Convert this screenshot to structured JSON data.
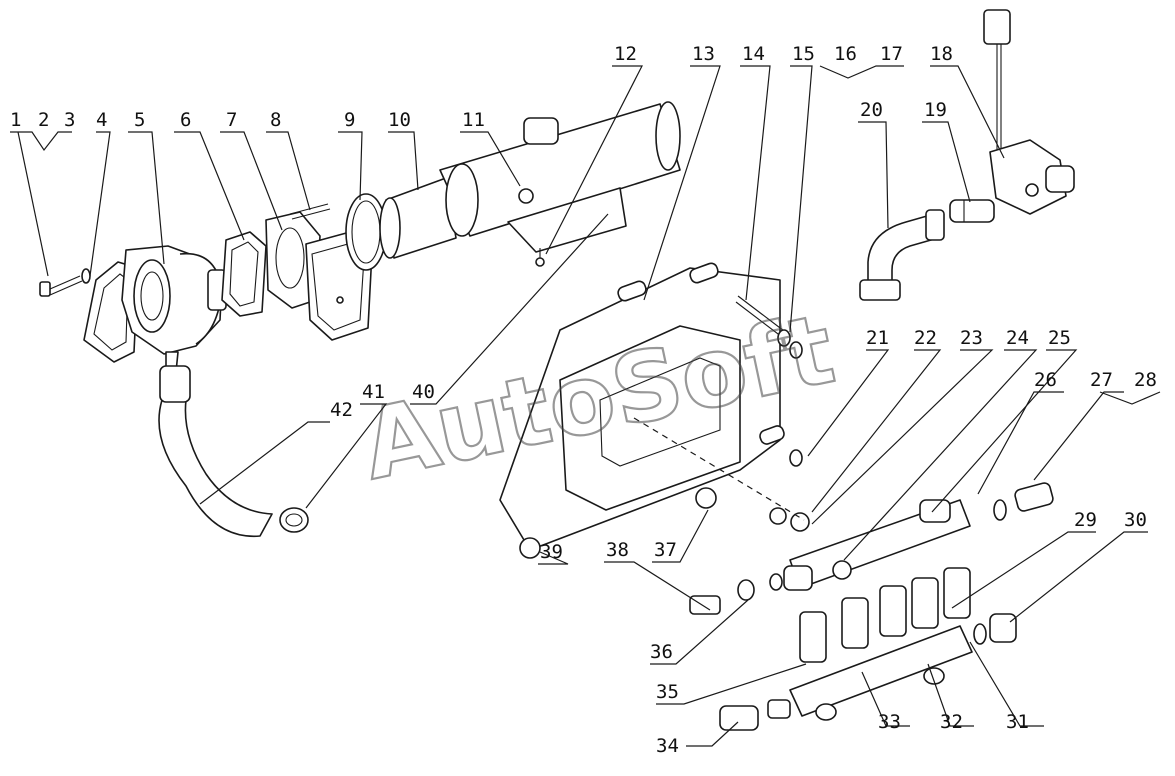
{
  "watermark": "AutoSoft",
  "callouts": [
    "1",
    "2",
    "3",
    "4",
    "5",
    "6",
    "7",
    "8",
    "9",
    "10",
    "11",
    "12",
    "13",
    "14",
    "15",
    "16",
    "17",
    "18",
    "19",
    "20",
    "21",
    "22",
    "23",
    "24",
    "25",
    "26",
    "27",
    "28",
    "29",
    "30",
    "31",
    "32",
    "33",
    "34",
    "35",
    "36",
    "37",
    "38",
    "39",
    "40",
    "41",
    "42"
  ]
}
